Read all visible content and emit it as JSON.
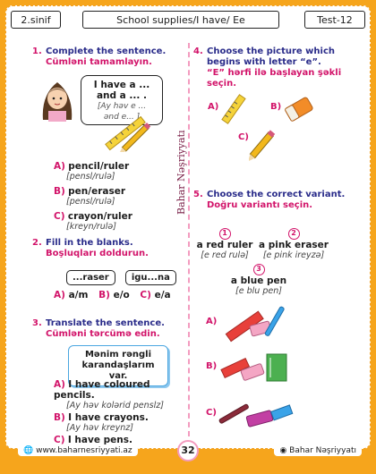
{
  "header": {
    "grade": "2.sinif",
    "title": "School supplies/I have/ Ee",
    "test": "Test-12"
  },
  "watermark": "Bahar Nəşriyyatı",
  "q1": {
    "num": "1.",
    "en": "Complete the sentence.",
    "az": "Cümləni tamamlayın.",
    "bubble_l1": "I have a ...",
    "bubble_l2": "and a ... .",
    "bubble_tr1": "[Ay həv e ...",
    "bubble_tr2": "ənd e... ]",
    "options": [
      {
        "letter": "A)",
        "text": "pencil/ruler",
        "tr": "[pensl/rulə]"
      },
      {
        "letter": "B)",
        "text": "pen/eraser",
        "tr": "[pensl/rulə]"
      },
      {
        "letter": "C)",
        "text": "crayon/ruler",
        "tr": "[kreyn/rulə]"
      }
    ]
  },
  "q2": {
    "num": "2.",
    "en": "Fill in the blanks.",
    "az": "Boşluqları doldurun.",
    "blank1": "...raser",
    "blank2": "igu...na",
    "options": [
      {
        "letter": "A)",
        "text": "a/m"
      },
      {
        "letter": "B)",
        "text": "e/o"
      },
      {
        "letter": "C)",
        "text": "e/a"
      }
    ]
  },
  "q3": {
    "num": "3.",
    "en": "Translate the sentence.",
    "az": "Cümləni tərcümə edin.",
    "box_l1": "Mənim rəngli",
    "box_l2": "karandaşlarım var.",
    "options": [
      {
        "letter": "A)",
        "text": "I have coloured pencils.",
        "tr": "[Ay həv kolərid penslz]"
      },
      {
        "letter": "B)",
        "text": "I have crayons.",
        "tr": "[Ay həv kreynz]"
      },
      {
        "letter": "C)",
        "text": "I have pens.",
        "tr": "[Ay həv penz]"
      }
    ]
  },
  "q4": {
    "num": "4.",
    "en1": "Choose the picture which",
    "en2": "begins with letter “e”.",
    "az1": "“E” hərfi ilə başlayan şəkli",
    "az2": "seçin.",
    "labels": [
      "A)",
      "B)",
      "C)"
    ]
  },
  "q5": {
    "num": "5.",
    "en": "Choose the correct variant.",
    "az": "Doğru variantı seçin.",
    "variants": [
      {
        "n": "1",
        "text": "a red ruler",
        "tr": "[e red rulə]"
      },
      {
        "n": "2",
        "text": "a pink eraser",
        "tr": "[e pink ireyzə]"
      },
      {
        "n": "3",
        "text": "a blue pen",
        "tr": "[e blu pen]"
      }
    ],
    "labels": [
      "A)",
      "B)",
      "C)"
    ]
  },
  "footer": {
    "website": "www.baharnesriyyati.az",
    "page": "32",
    "brand": "Bahar Nəşriyyatı"
  }
}
